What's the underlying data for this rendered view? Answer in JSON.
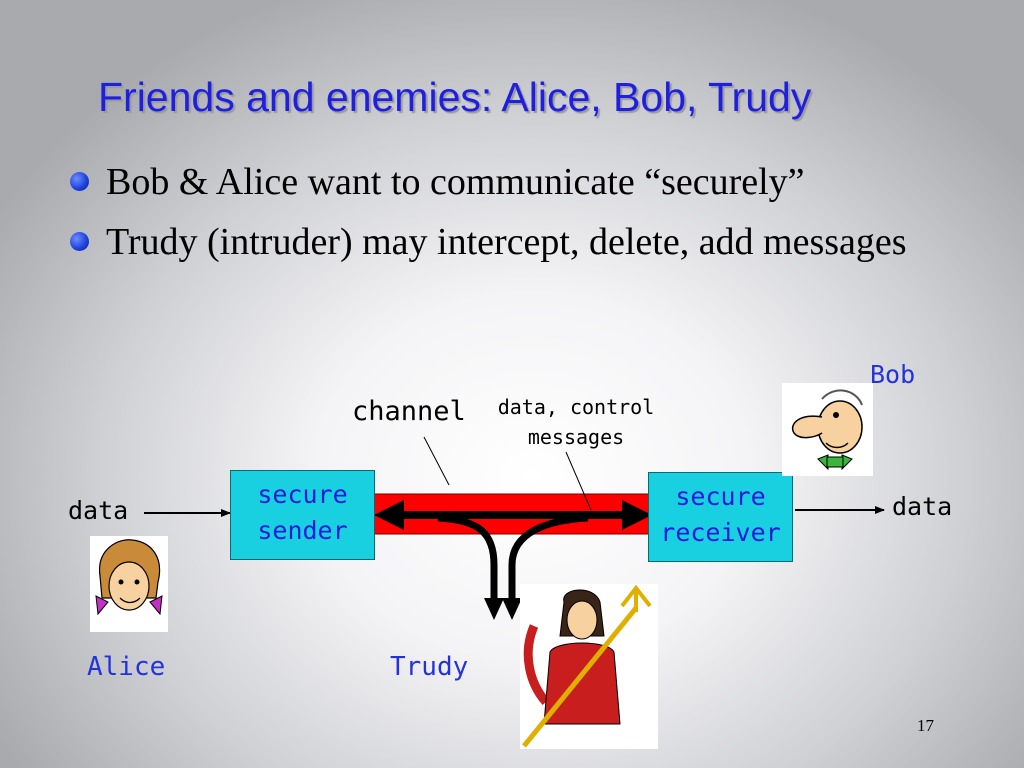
{
  "slide": {
    "title": "Friends and enemies: Alice, Bob, Trudy",
    "bullets": [
      "Bob & Alice want to communicate “securely”",
      "Trudy (intruder) may intercept, delete, add messages"
    ],
    "page_number": "17"
  },
  "diagram": {
    "channel_label": "channel",
    "messages_label_line1": "data, control",
    "messages_label_line2": "messages",
    "sender_box_line1": "secure",
    "sender_box_line2": "sender",
    "receiver_box_line1": "secure",
    "receiver_box_line2": "receiver",
    "data_in": "data",
    "data_out": "data",
    "alice": "Alice",
    "bob": "Bob",
    "trudy": "Trudy"
  },
  "colors": {
    "title": "#1f1fe0",
    "box_fill": "#19d0e0",
    "channel_red": "#ff0000",
    "names": "#2233dd"
  },
  "icons": [
    "alice-figure-icon",
    "bob-figure-icon",
    "trudy-devil-figure-icon",
    "bullet-dot-icon"
  ]
}
